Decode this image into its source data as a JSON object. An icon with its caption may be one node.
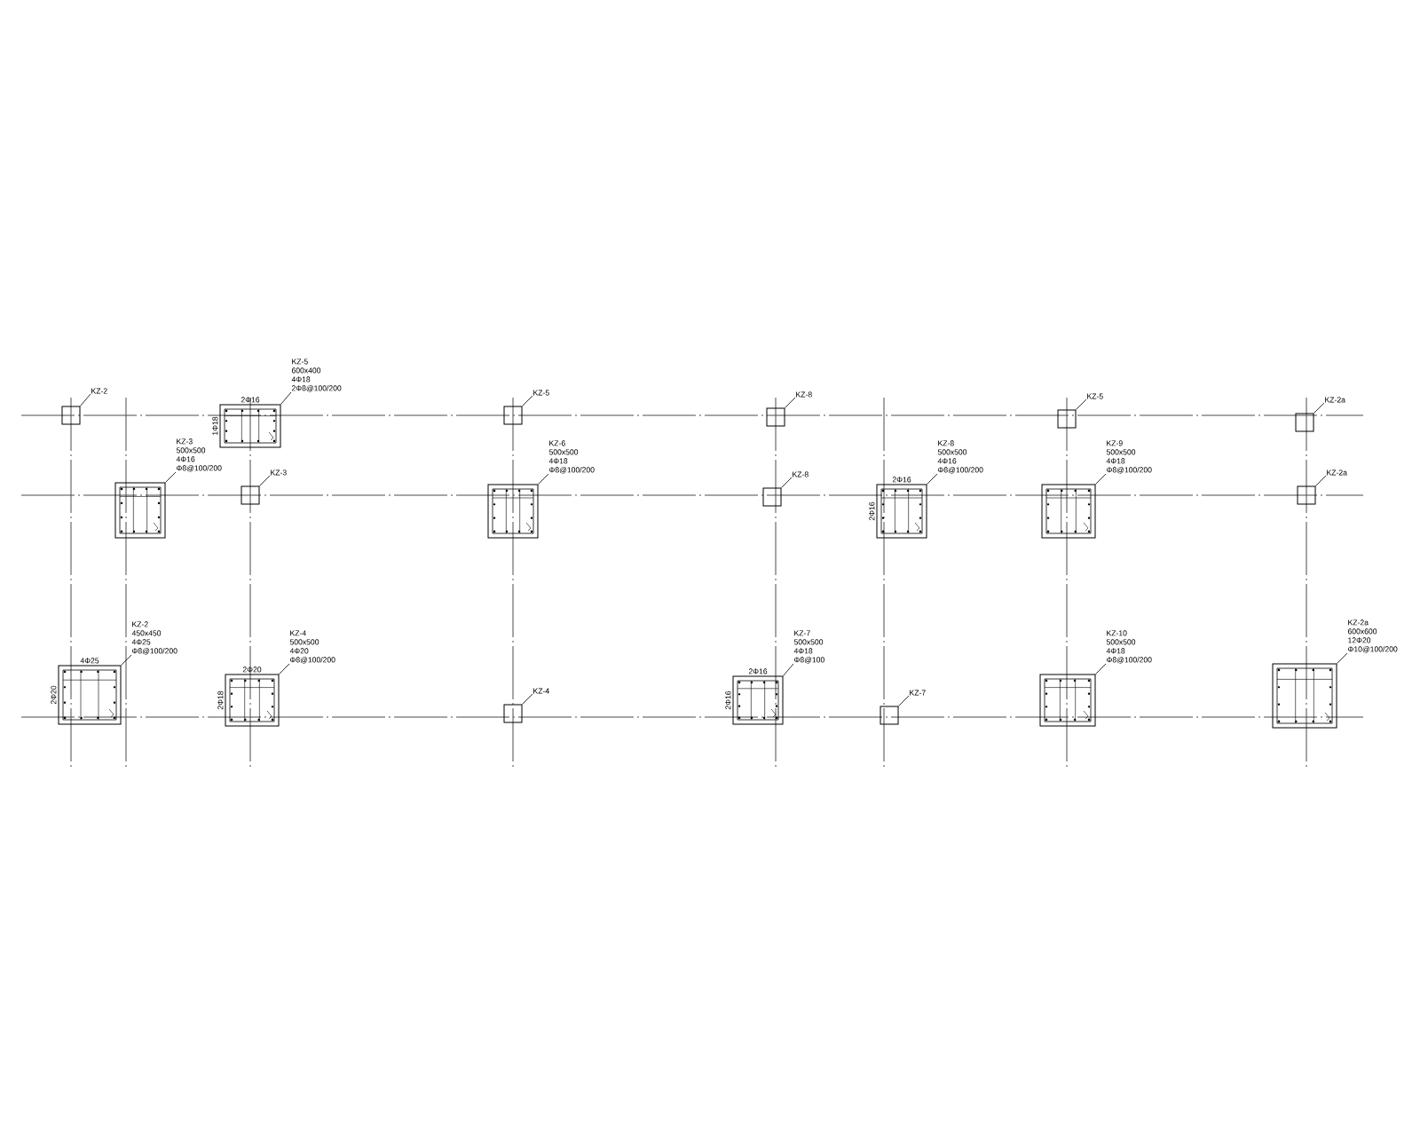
{
  "diagram": {
    "nodes": [
      {
        "text": [
          "KZ-2"
        ]
      },
      {
        "text": [],
        "shape": "box"
      },
      {
        "text": [
          "KZ-5",
          "600x400",
          "4Φ18",
          "2Φ8@100/200"
        ]
      },
      {
        "text": [
          "2Φ16",
          "1Φ18"
        ]
      },
      {
        "text": [
          "KZ-3",
          "500x500",
          "4Φ16",
          "Φ8@100/200"
        ]
      },
      {
        "text": [],
        "shape": "box"
      },
      {
        "text": [
          "KZ-3"
        ]
      },
      {
        "text": [],
        "shape": "box"
      },
      {
        "text": [
          "KZ-2",
          "450x450",
          "4Φ25",
          "Φ8@100/200"
        ]
      },
      {
        "text": [
          "4Φ25",
          "2Φ20"
        ]
      },
      {
        "text": [
          "KZ-4",
          "500x500",
          "4Φ20",
          "Φ8@100/200"
        ]
      },
      {
        "text": [
          "2Φ20",
          "2Φ18"
        ]
      },
      {
        "text": [
          "KZ-5"
        ]
      },
      {
        "text": [],
        "shape": "box"
      },
      {
        "text": [
          "KZ-6",
          "500x500",
          "4Φ18",
          "Φ8@100/200"
        ]
      },
      {
        "text": [],
        "shape": "box"
      },
      {
        "text": [
          "KZ-4"
        ]
      },
      {
        "text": [],
        "shape": "box"
      },
      {
        "text": [
          "KZ-8"
        ]
      },
      {
        "text": [],
        "shape": "box"
      },
      {
        "text": [
          "KZ-8"
        ]
      },
      {
        "text": [],
        "shape": "box"
      },
      {
        "text": [
          "KZ-7",
          "500x500",
          "4Φ18",
          "Φ8@100"
        ]
      },
      {
        "text": [
          "2Φ16",
          "2Φ16"
        ]
      },
      {
        "text": [
          "KZ-8",
          "500x500",
          "4Φ16",
          "Φ8@100/200"
        ]
      },
      {
        "text": [
          "2Φ16",
          "2Φ16"
        ]
      },
      {
        "text": [
          "KZ-7"
        ]
      },
      {
        "text": [],
        "shape": "box"
      },
      {
        "text": [
          "KZ-5"
        ]
      },
      {
        "text": [],
        "shape": "box"
      },
      {
        "text": [
          "KZ-9",
          "500x500",
          "4Φ18",
          "Φ8@100/200"
        ]
      },
      {
        "text": [],
        "shape": "box"
      },
      {
        "text": [
          "KZ-10",
          "500x500",
          "4Φ18",
          "Φ8@100/200"
        ]
      },
      {
        "text": [],
        "shape": "box"
      },
      {
        "text": [
          "KZ-2a"
        ]
      },
      {
        "text": [],
        "shape": "box"
      },
      {
        "text": [
          "KZ-2a"
        ]
      },
      {
        "text": [],
        "shape": "box"
      },
      {
        "text": [
          "KZ-2a",
          "600x600",
          "12Φ20",
          "Φ10@100/200"
        ]
      },
      {
        "text": [],
        "shape": "box"
      }
    ],
    "edges": [
      {
        "from": 0,
        "to": 1,
        "arrow": "none"
      },
      {
        "from": 2,
        "to": 3,
        "arrow": "none"
      },
      {
        "from": 4,
        "to": 5,
        "arrow": "none"
      },
      {
        "from": 6,
        "to": 7,
        "arrow": "none"
      },
      {
        "from": 8,
        "to": 9,
        "arrow": "none"
      },
      {
        "from": 10,
        "to": 11,
        "arrow": "none"
      },
      {
        "from": 12,
        "to": 13,
        "arrow": "none"
      },
      {
        "from": 14,
        "to": 15,
        "arrow": "none"
      },
      {
        "from": 16,
        "to": 17,
        "arrow": "none"
      },
      {
        "from": 18,
        "to": 19,
        "arrow": "none"
      },
      {
        "from": 20,
        "to": 21,
        "arrow": "none"
      },
      {
        "from": 22,
        "to": 23,
        "arrow": "none"
      },
      {
        "from": 24,
        "to": 25,
        "arrow": "none"
      },
      {
        "from": 26,
        "to": 27,
        "arrow": "none"
      },
      {
        "from": 28,
        "to": 29,
        "arrow": "none"
      },
      {
        "from": 30,
        "to": 31,
        "arrow": "none"
      },
      {
        "from": 32,
        "to": 33,
        "arrow": "none"
      },
      {
        "from": 34,
        "to": 35,
        "arrow": "none"
      },
      {
        "from": 36,
        "to": 37,
        "arrow": "none"
      },
      {
        "from": 38,
        "to": 39,
        "arrow": "none"
      }
    ]
  }
}
